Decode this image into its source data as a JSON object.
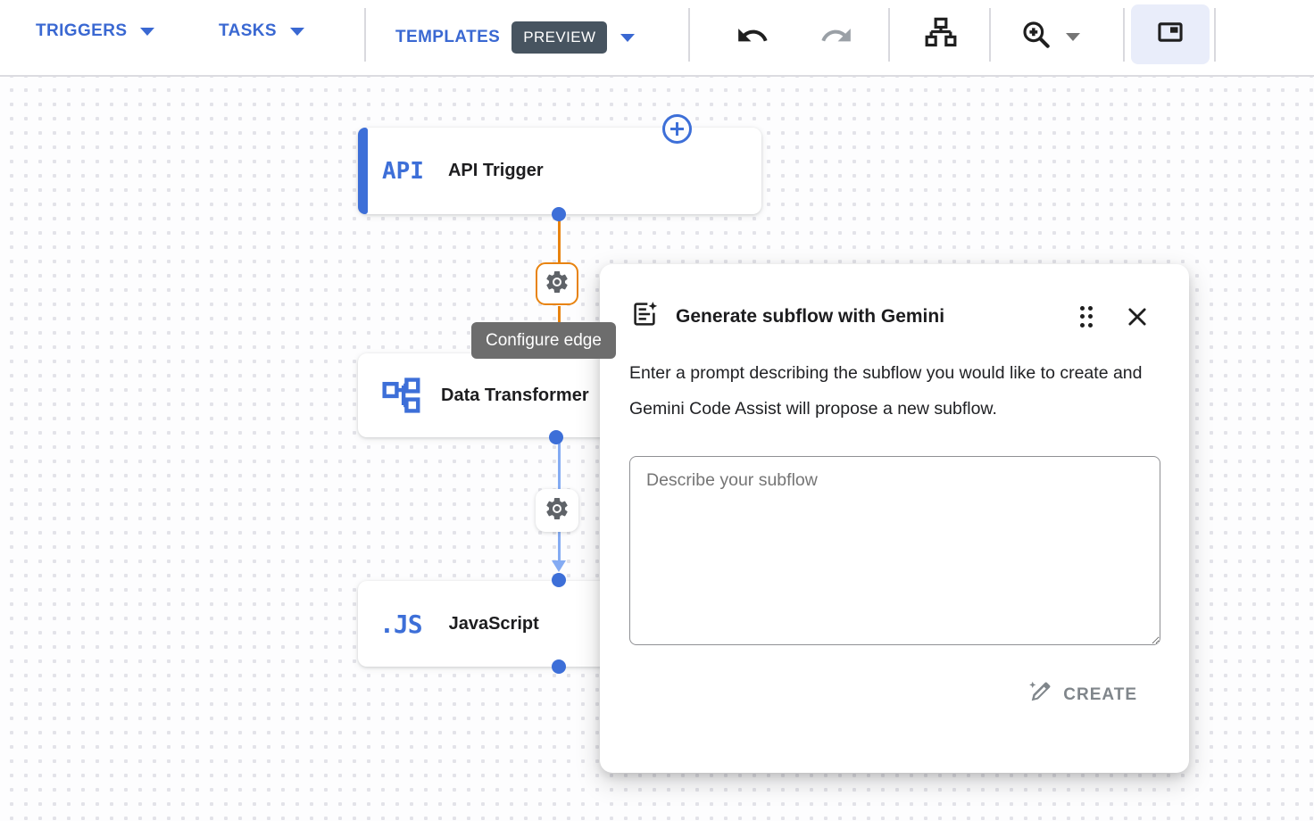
{
  "toolbar": {
    "triggers": "TRIGGERS",
    "tasks": "TASKS",
    "templates": "TEMPLATES",
    "preview": "PREVIEW",
    "icons": [
      "undo-icon",
      "redo-icon",
      "auto-layout-icon",
      "zoom-in-icon",
      "toggle-panel-icon"
    ]
  },
  "canvas": {
    "nodes": [
      {
        "label": "API Trigger",
        "icon_text": "API",
        "icon": "api-trigger-icon"
      },
      {
        "label": "Data Transformer",
        "icon": "data-transformer-icon"
      },
      {
        "label": "JavaScript",
        "icon_text": ".JS",
        "icon": "javascript-icon"
      }
    ],
    "edge_tooltip": "Configure edge"
  },
  "dialog": {
    "title": "Generate subflow with Gemini",
    "description": "Enter a prompt describing the subflow you would like to create and Gemini Code Assist will propose a new subflow.",
    "prompt_placeholder": "Describe your subflow",
    "prompt_value": "",
    "create": "CREATE"
  },
  "colors": {
    "accent_blue": "#3a68d2",
    "node_blue": "#3d6fd8",
    "edge_orange": "#e8830f",
    "edge_blue": "#84abf3",
    "preview_badge_bg": "#475460",
    "tooltip_bg": "#6d6d6d",
    "disabled_gray": "#80868b"
  }
}
